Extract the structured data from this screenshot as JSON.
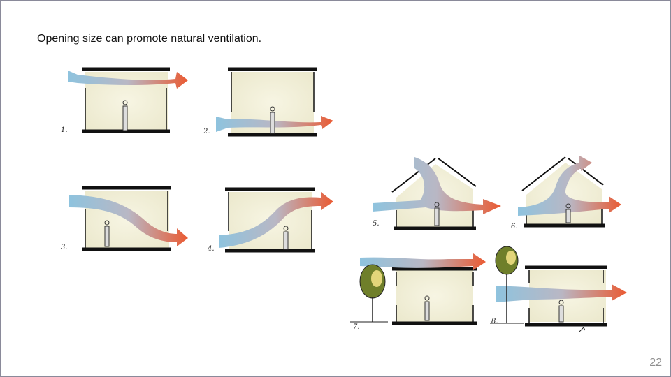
{
  "slide": {
    "title": "Opening size can promote natural ventilation.",
    "page_number": "22"
  },
  "colors": {
    "airflow_cool": "#8ec3de",
    "airflow_warm": "#ea5a32",
    "wall": "#111111",
    "room_fill": "#f3f1dc",
    "tree": "#6f7f2a"
  },
  "diagrams": [
    {
      "label": "1."
    },
    {
      "label": "2."
    },
    {
      "label": "3."
    },
    {
      "label": "4."
    },
    {
      "label": "5."
    },
    {
      "label": "6."
    },
    {
      "label": "7."
    },
    {
      "label": "8."
    }
  ]
}
